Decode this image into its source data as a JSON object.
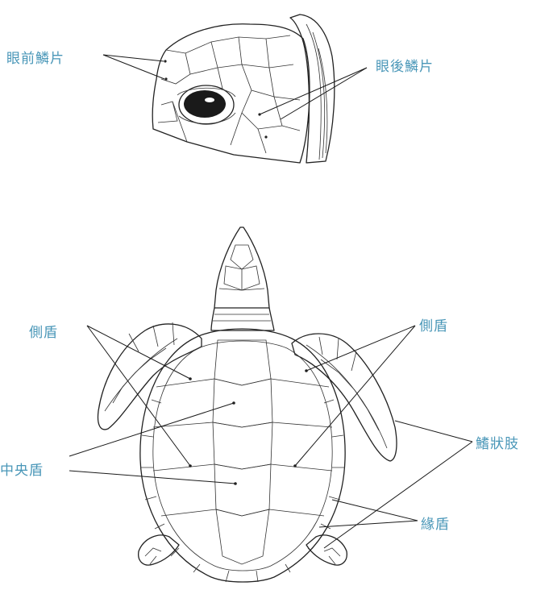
{
  "colors": {
    "label": "#4a97b8",
    "ink": "#1a1a1a",
    "background": "#ffffff"
  },
  "labels": {
    "preocular_scales": "眼前鱗片",
    "postocular_scales": "眼後鱗片",
    "lateral_scute_left": "側盾",
    "lateral_scute_right": "側盾",
    "central_scute": "中央盾",
    "flipper": "鰭狀肢",
    "marginal_scute": "緣盾"
  }
}
